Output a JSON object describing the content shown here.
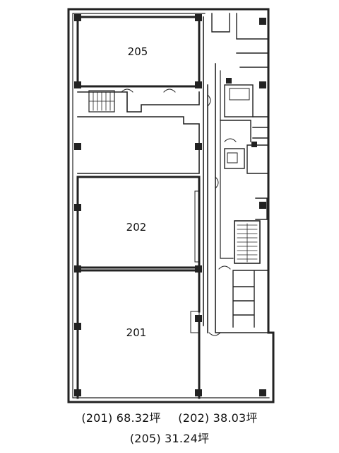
{
  "rooms": [
    {
      "id": "205",
      "label": "205"
    },
    {
      "id": "202",
      "label": "202"
    },
    {
      "id": "201",
      "label": "201"
    }
  ],
  "areas": [
    {
      "room": "(201)",
      "value": "68.32坪"
    },
    {
      "room": "(202)",
      "value": "38.03坪"
    },
    {
      "room": "(205)",
      "value": "31.24坪"
    }
  ]
}
